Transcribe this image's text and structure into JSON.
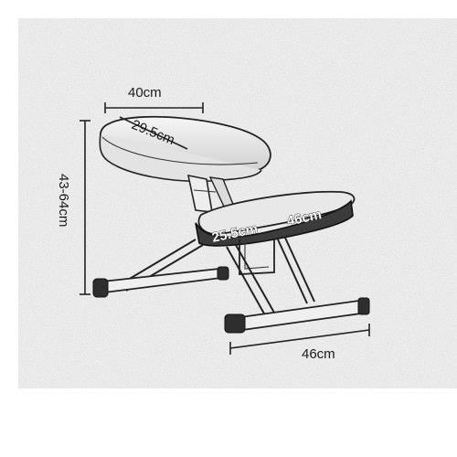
{
  "dimensions": {
    "seat_width": "40cm",
    "seat_depth": "29.5cm",
    "height_range": "43-64cm",
    "knee_pad_depth": "25.5cm",
    "knee_pad_width": "46cm",
    "base_width": "46cm"
  },
  "colors": {
    "background": "#ffffff",
    "paper_texture": "#ececec",
    "ink": "#222222"
  }
}
